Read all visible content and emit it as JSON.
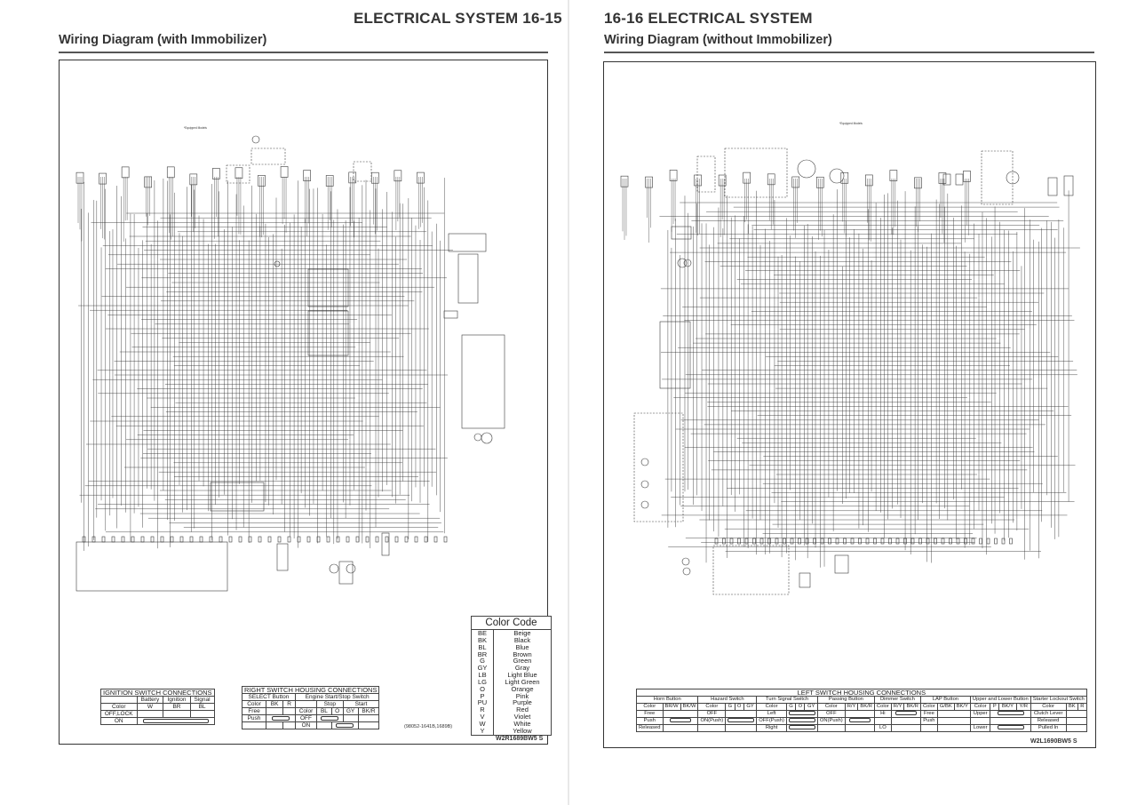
{
  "left_page": {
    "header": "ELECTRICAL SYSTEM 16-15",
    "subtitle": "Wiring Diagram (with Immobilizer)",
    "figure_code": "W2R1689BW5",
    "figure_suffix": "S",
    "part_ref": "(98052-1641B,1689B)",
    "equipped_note": "*Equipped Models",
    "ignition_table": {
      "title": "IGNITION SWITCH CONNECTIONS",
      "columns": [
        "",
        "Battery",
        "Ignition",
        "Signal"
      ],
      "rows": [
        [
          "Color",
          "W",
          "BR",
          "BL"
        ],
        [
          "OFF,LOCK",
          "",
          "",
          ""
        ],
        [
          "ON",
          "",
          "",
          ""
        ]
      ]
    },
    "right_switch_table": {
      "title": "RIGHT SWITCH HOUSING CONNECTIONS",
      "select_title": "SELECT Button",
      "engine_title": "Engine Start/Stop Switch",
      "stop": "Stop",
      "start": "Start",
      "color": "Color",
      "bk": "BK",
      "r": "R",
      "bl": "BL",
      "o": "O",
      "gy": "GY",
      "bkr": "BK/R",
      "free": "Free",
      "push": "Push",
      "off": "OFF",
      "on": "ON"
    },
    "color_code": {
      "title": "Color Code",
      "entries": [
        [
          "BE",
          "Beige"
        ],
        [
          "BK",
          "Black"
        ],
        [
          "BL",
          "Blue"
        ],
        [
          "BR",
          "Brown"
        ],
        [
          "G",
          "Green"
        ],
        [
          "GY",
          "Gray"
        ],
        [
          "LB",
          "Light Blue"
        ],
        [
          "LG",
          "Light Green"
        ],
        [
          "O",
          "Orange"
        ],
        [
          "P",
          "Pink"
        ],
        [
          "PU",
          "Purple"
        ],
        [
          "R",
          "Red"
        ],
        [
          "V",
          "Violet"
        ],
        [
          "W",
          "White"
        ],
        [
          "Y",
          "Yellow"
        ]
      ]
    }
  },
  "right_page": {
    "header": "16-16 ELECTRICAL SYSTEM",
    "subtitle": "Wiring Diagram (without Immobilizer)",
    "figure_code": "W2L1690BW5",
    "figure_suffix": "S",
    "equipped_note": "*Equipped Models",
    "left_switch_table": {
      "title": "LEFT SWITCH HOUSING CONNECTIONS",
      "groups": [
        "Horn Button",
        "Hazard Switch",
        "Turn Signal Switch",
        "Passing Button",
        "Dimmer Switch",
        "LAP Button",
        "Upper and Lower Button",
        "Starter Lockout Switch"
      ],
      "color_row": [
        "Color",
        "BR/W",
        "BK/W",
        "Color",
        "G",
        "O",
        "GY",
        "Color",
        "G",
        "O",
        "GY",
        "Color",
        "R/Y",
        "BK/R",
        "Color",
        "R/Y",
        "BK/R",
        "Color",
        "G/BK",
        "BK/Y",
        "Color",
        "P",
        "BK/Y",
        "Y/R",
        "Color",
        "BK",
        "R"
      ],
      "row2": [
        "Free",
        "OFF",
        "Left",
        "OFF",
        "Hi",
        "Free",
        "Upper",
        "Clutch Lever"
      ],
      "row3": [
        "Push",
        "ON(Push)",
        "OFF(Push)",
        "ON(Push)",
        "",
        "Push",
        "",
        "Released"
      ],
      "row4": [
        "Released",
        "",
        "Right",
        "",
        "LO",
        "",
        "Lower",
        "Pulled In"
      ]
    }
  },
  "colors": {
    "ink": "#222222",
    "wire": "#3a3a3a",
    "frame": "#333333",
    "paper": "#ffffff"
  }
}
